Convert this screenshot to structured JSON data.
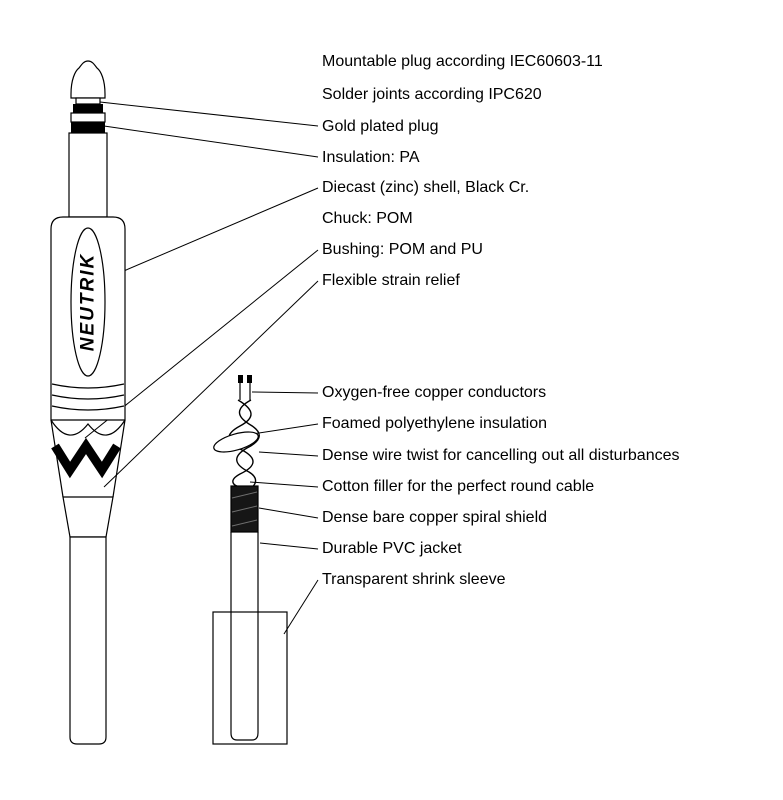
{
  "brand": "NEUTRIK",
  "colors": {
    "line": "#000000",
    "background": "#ffffff",
    "shield_fill": "#161616"
  },
  "labels": {
    "mountable_plug": "Mountable plug according IEC60603-11",
    "solder_joints": "Solder joints according IPC620",
    "gold_plated_plug": "Gold plated plug",
    "insulation_pa": "Insulation: PA",
    "diecast_shell": "Diecast (zinc) shell, Black Cr.",
    "chuck_pom": "Chuck: POM",
    "bushing": "Bushing: POM and PU",
    "strain_relief": "Flexible strain relief",
    "copper_conductors": "Oxygen-free copper conductors",
    "foamed_insulation": "Foamed polyethylene insulation",
    "dense_wire_twist": "Dense wire twist for cancelling out all disturbances",
    "cotton_filler": "Cotton filler for the perfect round cable",
    "spiral_shield": "Dense bare copper spiral shield",
    "pvc_jacket": "Durable PVC jacket",
    "shrink_sleeve": "Transparent shrink sleeve"
  }
}
